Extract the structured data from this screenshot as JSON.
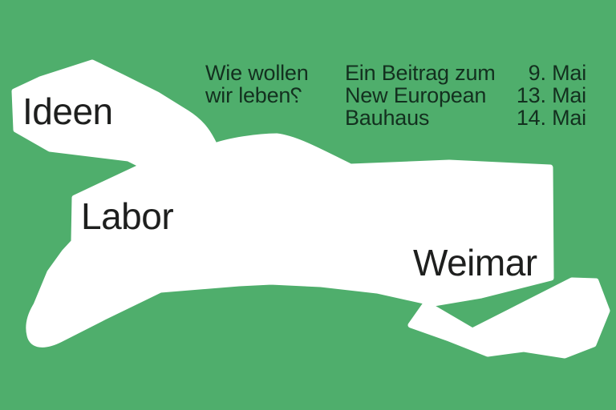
{
  "poster": {
    "colors": {
      "background_green": "#4fae6c",
      "blob_white": "#ffffff",
      "text_on_white": "#1e1f1e",
      "text_on_green": "#13301f"
    },
    "words": {
      "ideen": "Ideen",
      "labor": "Labor",
      "weimar": "Weimar"
    },
    "tagline": {
      "line1": "Wie wollen",
      "line2_prefix": "wir leben",
      "question_mark": "?"
    },
    "subtitle_lines": [
      "Ein Beitrag zum",
      "New European",
      "Bauhaus"
    ],
    "dates": [
      "9. Mai",
      "13. Mai",
      "14. Mai"
    ]
  }
}
